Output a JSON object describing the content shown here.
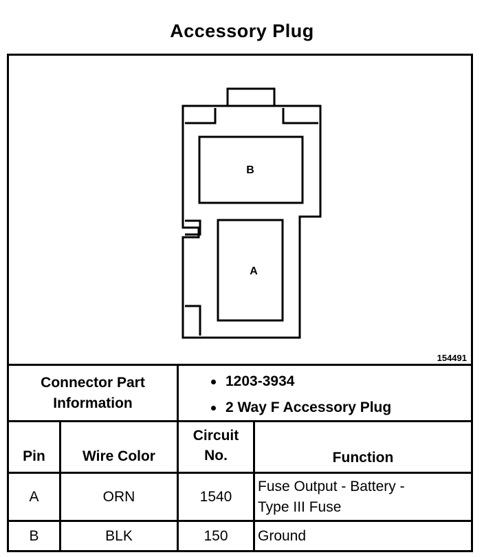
{
  "title": "Accessory Plug",
  "figure_number": "154491",
  "connector_diagram": {
    "pin_b_label": "B",
    "pin_a_label": "A"
  },
  "connector_info": {
    "label": "Connector Part Information",
    "items": [
      "1203-3934",
      "2 Way F Accessory Plug"
    ]
  },
  "pin_table": {
    "headers": {
      "pin": "Pin",
      "wire_color": "Wire Color",
      "circuit_line1": "Circuit",
      "circuit_line2": "No.",
      "function": "Function"
    },
    "rows": [
      {
        "pin": "A",
        "wire_color": "ORN",
        "circuit": "1540",
        "function_line1": "Fuse Output - Battery -",
        "function_line2": "Type III Fuse"
      },
      {
        "pin": "B",
        "wire_color": "BLK",
        "circuit": "150",
        "function_line1": "Ground",
        "function_line2": ""
      }
    ]
  }
}
